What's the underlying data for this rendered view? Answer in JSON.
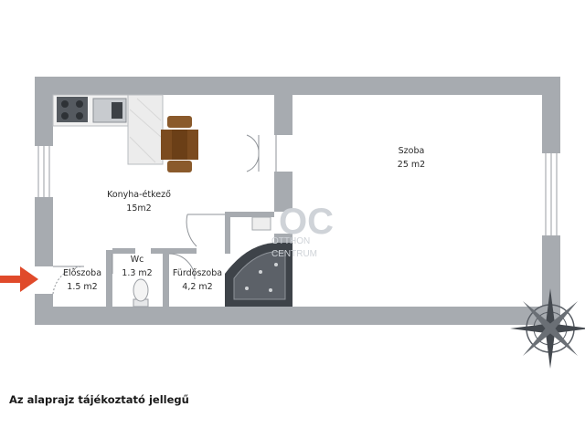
{
  "rooms": {
    "kitchen": {
      "name": "Konyha-étkező",
      "area": "15m2"
    },
    "room": {
      "name": "Szoba",
      "area": "25 m2"
    },
    "hall": {
      "name": "Előszoba",
      "area": "1.5 m2"
    },
    "wc": {
      "name": "Wc",
      "area": "1.3 m2"
    },
    "bath": {
      "name": "Fürdőszoba",
      "area": "4,2 m2"
    }
  },
  "watermark": {
    "logo": "OC",
    "line1": "OTTHON",
    "line2": "CENTRUM"
  },
  "note": "Az alaprajz tájékoztató jellegű",
  "colors": {
    "wall": "#a7abb0",
    "wall_dark": "#8f9398",
    "arrow": "#e04a2a",
    "watermark": "#cfd3d8"
  },
  "icons": [
    "entrance-arrow-icon",
    "compass-rose-icon",
    "stove-icon",
    "sink-icon",
    "dining-table-icon",
    "toilet-icon",
    "corner-bathtub-icon"
  ]
}
